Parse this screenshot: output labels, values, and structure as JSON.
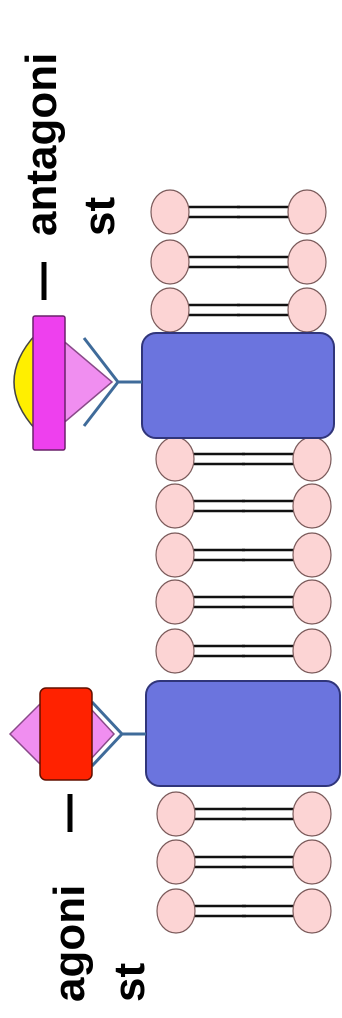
{
  "labels": {
    "antagonist_line1": "antagoni",
    "antagonist_line2": "st",
    "agonist_line1": "agoni",
    "agonist_line2": "st"
  },
  "colors": {
    "lipid_head": "#fcd4d4",
    "lipid_head_stroke": "#7a5a5a",
    "lipid_tail": "#111111",
    "receptor": "#6b74de",
    "receptor_stroke": "#30357a",
    "receptor_fork": "#3f6b9a",
    "ligand_triangle": "#f08ef0",
    "antagonist_bar": "#ee40ee",
    "antagonist_cap": "#ffef00",
    "agonist_bar": "#ff2200"
  }
}
